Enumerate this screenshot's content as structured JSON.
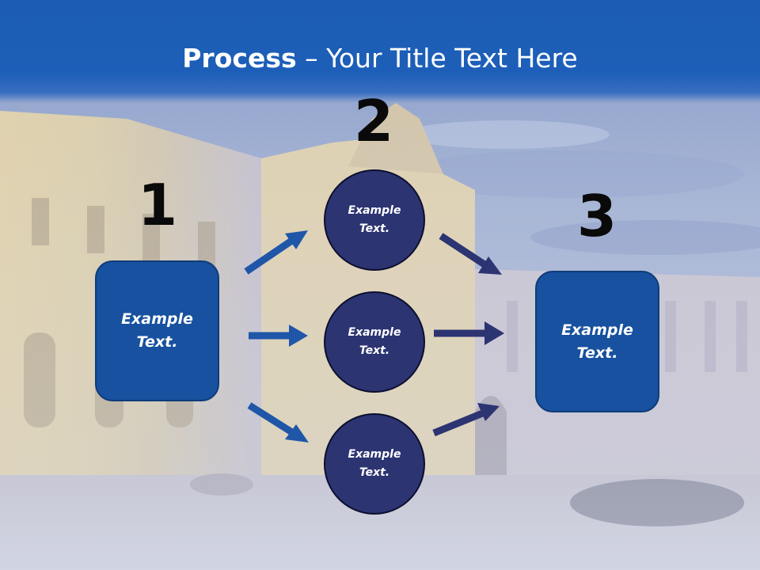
{
  "slide": {
    "title_bold": "Process",
    "title_rest": " – Your Title Text Here"
  },
  "steps": {
    "step1": {
      "number": "1",
      "box_line1": "Example",
      "box_line2": "Text."
    },
    "step2": {
      "number": "2",
      "circles": [
        {
          "line1": "Example",
          "line2": "Text."
        },
        {
          "line1": "Example",
          "line2": "Text."
        },
        {
          "line1": "Example",
          "line2": "Text."
        }
      ]
    },
    "step3": {
      "number": "3",
      "box_line1": "Example",
      "box_line2": "Text."
    }
  },
  "colors": {
    "title_bar": "#1d5fb8",
    "box_fill": "#17519f",
    "circle_fill": "#2c3472",
    "arrow_left": "#1f56a8",
    "arrow_right": "#2c3472"
  }
}
